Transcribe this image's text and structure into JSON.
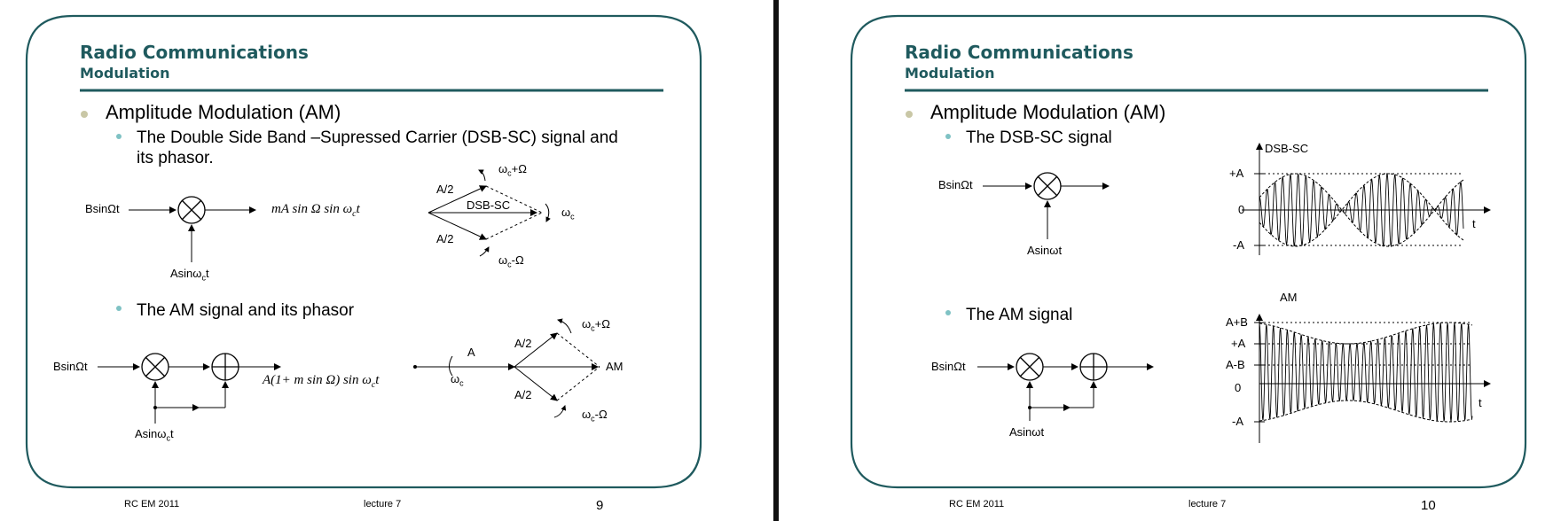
{
  "slide9": {
    "title": "Radio Communications",
    "subtitle": "Modulation",
    "bullet1": "Amplitude Modulation (AM)",
    "sub1_line1": "The Double Side Band –Supressed Carrier (DSB-SC) signal and",
    "sub1_line2": "its phasor.",
    "sub2": "The AM signal and its phasor",
    "d1_input": "BsinΩt",
    "d1_carrier": "Asinω",
    "d1_carrier_sub": "c",
    "d1_carrier_end": "t",
    "d1_output": "mA sin Ω sin ω",
    "d1_output_sub": "c",
    "d1_output_end": "t",
    "ph1_upper": "A/2",
    "ph1_lower": "A/2",
    "ph1_center": "DSB-SC",
    "ph1_wc": "ω",
    "ph1_wc_sub": "c",
    "ph1_plus": "ω",
    "ph1_plus_sub": "c",
    "ph1_plus_end": "+Ω",
    "ph1_minus": "ω",
    "ph1_minus_sub": "c",
    "ph1_minus_end": "-Ω",
    "d2_input": "BsinΩt",
    "d2_carrier": "Asinω",
    "d2_carrier_sub": "c",
    "d2_carrier_end": "t",
    "d2_output": "A(1+ m sin Ω) sin ω",
    "d2_output_sub": "c",
    "d2_output_end": "t",
    "ph2_A": "A",
    "ph2_wc": "ω",
    "ph2_wc_sub": "c",
    "ph2_upper": "A/2",
    "ph2_lower": "A/2",
    "ph2_am": "AM",
    "ph2_plus": "ω",
    "ph2_plus_sub": "c",
    "ph2_plus_end": "+Ω",
    "ph2_minus": "ω",
    "ph2_minus_sub": "c",
    "ph2_minus_end": "-Ω",
    "footer_left": "RC EM 2011",
    "footer_center": "lecture 7",
    "page_number": "9"
  },
  "slide10": {
    "title": "Radio Communications",
    "subtitle": "Modulation",
    "bullet1": "Amplitude Modulation (AM)",
    "sub1": "The DSB-SC signal",
    "sub2": "The AM signal",
    "d1_input": "BsinΩt",
    "d1_carrier": "Asinωt",
    "d2_input": "BsinΩt",
    "d2_carrier": "Asinωt",
    "g1_title": "DSB-SC",
    "g1_plusA": "+A",
    "g1_zero": "0",
    "g1_minusA": "-A",
    "g1_t": "t",
    "g2_title": "AM",
    "g2_AplusB": "A+B",
    "g2_plusA": "+A",
    "g2_AminusB": "A-B",
    "g2_zero": "0",
    "g2_minusA": "-A",
    "g2_t": "t",
    "footer_left": "RC EM 2011",
    "footer_center": "lecture 7",
    "page_number": "10"
  },
  "colors": {
    "title": "#1f5a5e",
    "rule": "#1f5a5e",
    "frame": "#1f5a5e",
    "bullet1": "#c9c7a6",
    "bullet2": "#7fc2c4"
  }
}
